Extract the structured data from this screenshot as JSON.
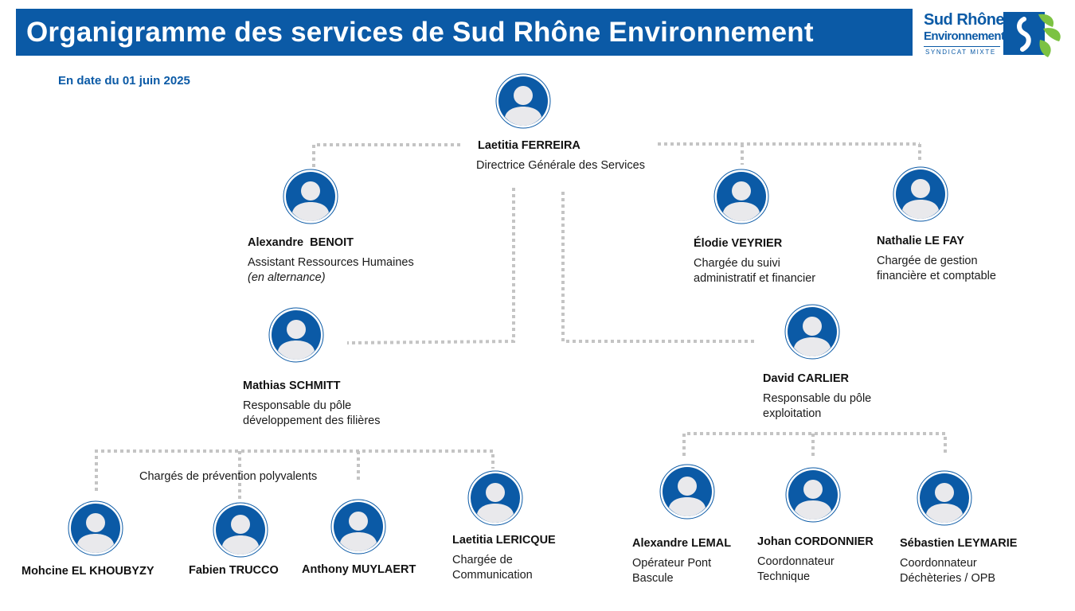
{
  "header": {
    "title": "Organigramme des services de Sud Rhône Environnement",
    "date": "En date du 01 juin 2025"
  },
  "logo": {
    "line1": "Sud Rhône",
    "line2": "Environnement",
    "line3": "SYNDICAT MIXTE"
  },
  "colors": {
    "primary": "#0b5aa6",
    "connector": "#c4c4c4",
    "leaf_green": "#7cc242"
  },
  "icons": {
    "avatar": "person-avatar-icon",
    "logo": "sud-rhone-logo-icon"
  },
  "group_label": "Chargés de prévention polyvalents",
  "people": {
    "ferreira": {
      "name": "Laetitia FERREIRA",
      "role": [
        "Directrice Générale des Services"
      ]
    },
    "benoit": {
      "name": "Alexandre  BENOIT",
      "role": [
        "Assistant Ressources Humaines"
      ],
      "note": "(en alternance)"
    },
    "veyrier": {
      "name": "Élodie VEYRIER",
      "role": [
        "Chargée du suivi",
        "administratif et financier"
      ]
    },
    "lefay": {
      "name": "Nathalie LE FAY",
      "role": [
        "Chargée de gestion",
        "financière et comptable"
      ]
    },
    "schmitt": {
      "name": "Mathias SCHMITT",
      "role": [
        "Responsable du pôle",
        "développement des filières"
      ]
    },
    "carlier": {
      "name": "David CARLIER",
      "role": [
        "Responsable du pôle",
        "exploitation"
      ]
    },
    "elkhoubyzy": {
      "name": "Mohcine EL KHOUBYZY"
    },
    "trucco": {
      "name": "Fabien TRUCCO"
    },
    "muylaert": {
      "name": "Anthony MUYLAERT"
    },
    "lericque": {
      "name": "Laetitia LERICQUE",
      "role": [
        "Chargée de",
        "Communication"
      ]
    },
    "lemal": {
      "name": "Alexandre LEMAL",
      "role": [
        "Opérateur Pont",
        "Bascule"
      ]
    },
    "cordonnier": {
      "name": "Johan CORDONNIER",
      "role": [
        "Coordonnateur",
        "Technique"
      ]
    },
    "leymarie": {
      "name": "Sébastien LEYMARIE",
      "role": [
        "Coordonnateur",
        "Déchèteries / OPB"
      ]
    }
  }
}
